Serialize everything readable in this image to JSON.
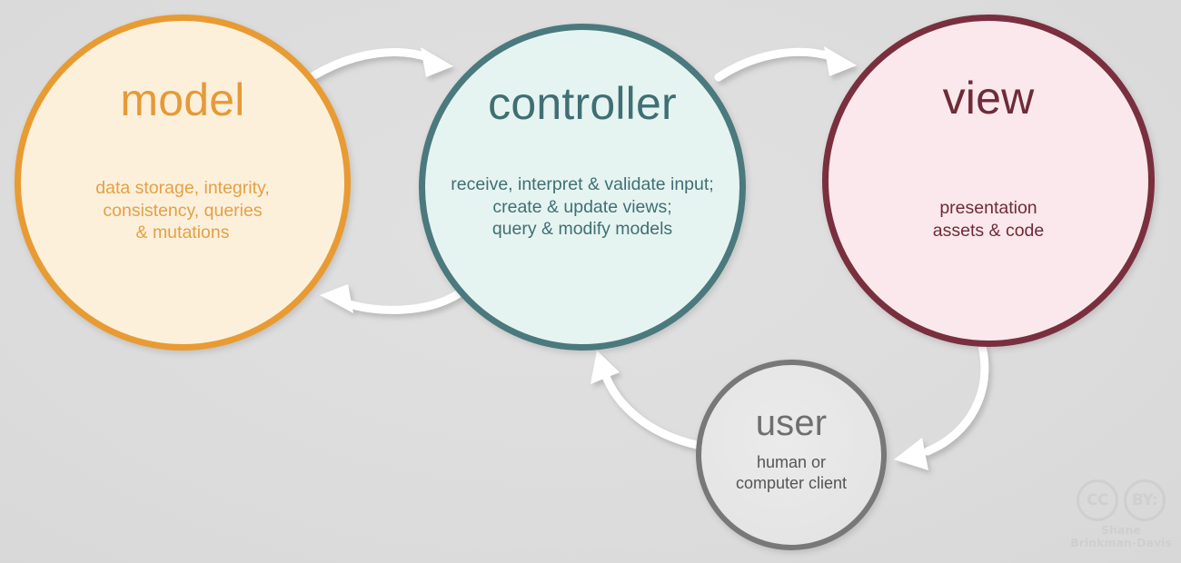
{
  "diagram": {
    "type": "mvc-cycle-diagram",
    "background_color": "#dcdcdc",
    "arrow_color": "#ffffff"
  },
  "nodes": [
    {
      "id": "model",
      "title": "model",
      "description": "data storage, integrity,\nconsistency, queries\n& mutations",
      "border_color": "#e89b33",
      "fill_color": "#fdf0db",
      "text_color": "#e59a38"
    },
    {
      "id": "controller",
      "title": "controller",
      "description": "receive, interpret & validate input;\ncreate & update views;\nquery & modify models",
      "border_color": "#4a797e",
      "fill_color": "#e6f4f1",
      "text_color": "#3f6f74"
    },
    {
      "id": "view",
      "title": "view",
      "description": "presentation\nassets & code",
      "border_color": "#7a2f3e",
      "fill_color": "#fbe8ec",
      "text_color": "#6e2b38"
    },
    {
      "id": "user",
      "title": "user",
      "description": "human or\ncomputer client",
      "border_color": "#787878",
      "fill_color": "#e6e6e6",
      "text_color": "#6f6f6f"
    }
  ],
  "arrows": [
    {
      "id": "model-to-controller",
      "from": "model",
      "to": "controller",
      "direction": "right"
    },
    {
      "id": "controller-to-model",
      "from": "controller",
      "to": "model",
      "direction": "left"
    },
    {
      "id": "controller-to-view",
      "from": "controller",
      "to": "view",
      "direction": "right"
    },
    {
      "id": "view-to-user",
      "from": "view",
      "to": "user",
      "direction": "down-left"
    },
    {
      "id": "user-to-controller",
      "from": "user",
      "to": "controller",
      "direction": "up-left"
    }
  ],
  "attribution": {
    "license_mark": "CC",
    "license_by": "BY:",
    "author_line_1": "Shane",
    "author_line_2": "Brinkman-Davis"
  }
}
